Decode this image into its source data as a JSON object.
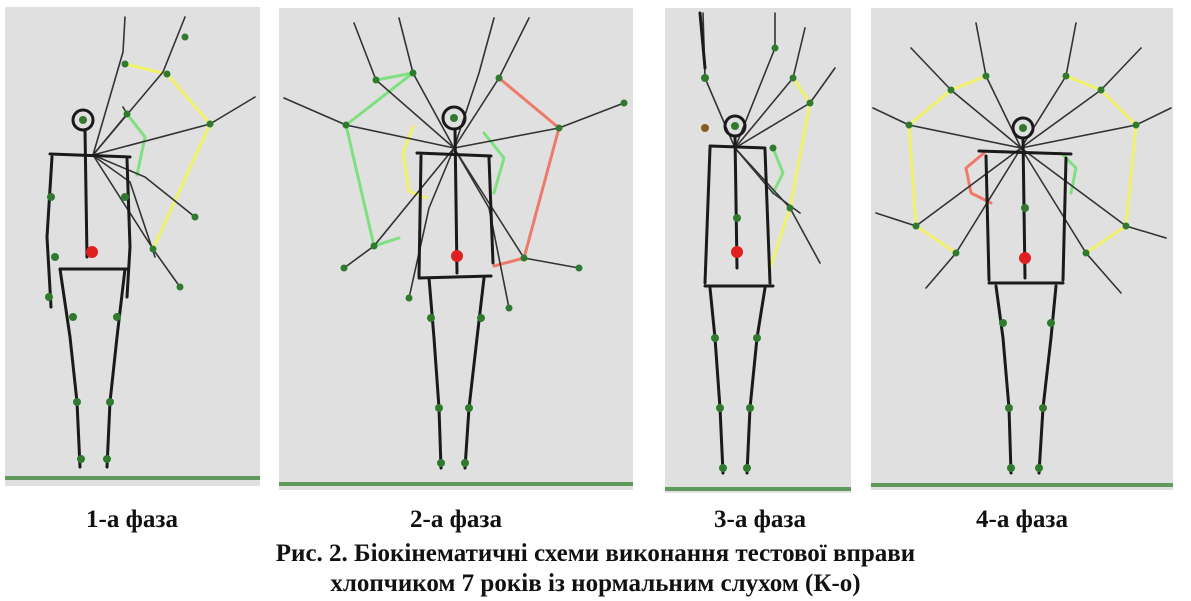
{
  "colors": {
    "panel_bg": "#e0e0e0",
    "ground": "#5f9a5c",
    "skeleton": "#1a1a1a",
    "joint": "#2f7a2f",
    "center_of_mass": "#e02020",
    "trajectory_green": "#7ee07e",
    "trajectory_yellow": "#f2f26a",
    "trajectory_red": "#f07a6a"
  },
  "figure": {
    "phases": [
      {
        "label": "1-а фаза"
      },
      {
        "label": "2-а фаза"
      },
      {
        "label": "3-а фаза"
      },
      {
        "label": "4-а фаза"
      }
    ],
    "caption_line1": "Рис. 2. Біокінематичні схеми виконання тестової вправи",
    "caption_line2": "хлопчиком 7 років із нормальним слухом (К-о)"
  }
}
